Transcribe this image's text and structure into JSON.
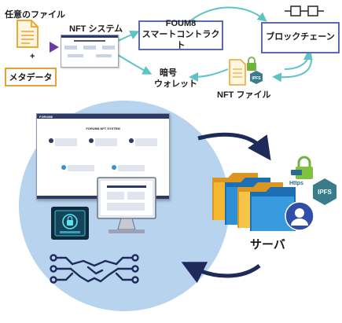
{
  "labels": {
    "arbitrary_file": "任意のファイル",
    "plus": "+",
    "metadata": "メタデータ",
    "nft_system": "NFT システム",
    "contract_line1": "FOUM8",
    "contract_line2": "スマートコントラクト",
    "blockchain": "ブロックチェーン",
    "crypto_wallet_line1": "暗号",
    "crypto_wallet_line2": "ウォレット",
    "nft_file": "NFT ファイル",
    "server": "サーバ",
    "ipfs_badge": "IPFS",
    "https_badge": "Https"
  },
  "monitor_screen": {
    "brand": "FORUM8",
    "title": "FORUM8 NFT SYSTEM"
  },
  "colors": {
    "big_circle": "#b8d3ee",
    "box_border": "#5b6ab3",
    "meta_border": "#e8a23a",
    "arrow_teal": "#5fc3c4",
    "arrow_navy": "#1e2b5a",
    "folder_yellow": "#f4b731",
    "folder_blue": "#2f8fd4"
  },
  "icons": [
    "document-icon",
    "blockchain-chain-icon",
    "lock-icon",
    "ipfs-hexagon-icon",
    "folder-stack-icon",
    "user-avatar-icon",
    "handshake-circuit-icon",
    "security-chip-icon",
    "monitor-icon"
  ]
}
